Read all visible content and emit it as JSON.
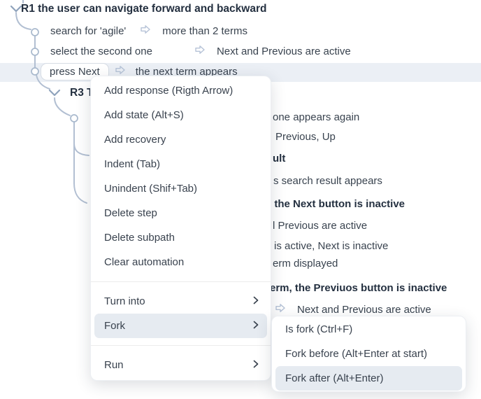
{
  "colors": {
    "row_highlight": "#ebeff5",
    "menu_highlight": "#e6ebf1",
    "tree_line": "#b2bfd2",
    "response_arrow": "#b6c3d7",
    "text": "#39434f",
    "heading_text": "#243040"
  },
  "tree": {
    "root": {
      "label": "R1 the user can navigate forward and backward"
    },
    "steps": [
      {
        "step": "search for 'agile'",
        "response": "more than 2 terms"
      },
      {
        "step": "select the second one",
        "response": "Next and Previous are active"
      },
      {
        "step": "press Next",
        "response": "the next term appears"
      }
    ],
    "r3_label": "R3 T",
    "fragments": [
      "one appears again",
      "Previous, Up",
      "ult",
      "s search result appears",
      ", the Next button is inactive",
      "l Previous are active",
      "is active, Next is inactive",
      "erm displayed",
      "erm, the Previuos button is inactive",
      "Next and Previous are active"
    ]
  },
  "context_menu": {
    "items": [
      "Add response (Rigth Arrow)",
      "Add state (Alt+S)",
      "Add recovery",
      "Indent (Tab)",
      "Unindent (Shif+Tab)",
      "Delete step",
      "Delete subpath",
      "Clear automation",
      "Turn into",
      "Fork",
      "Run"
    ]
  },
  "fork_submenu": {
    "items": [
      "Is fork (Ctrl+F)",
      "Fork before (Alt+Enter at start)",
      "Fork after (Alt+Enter)"
    ]
  }
}
